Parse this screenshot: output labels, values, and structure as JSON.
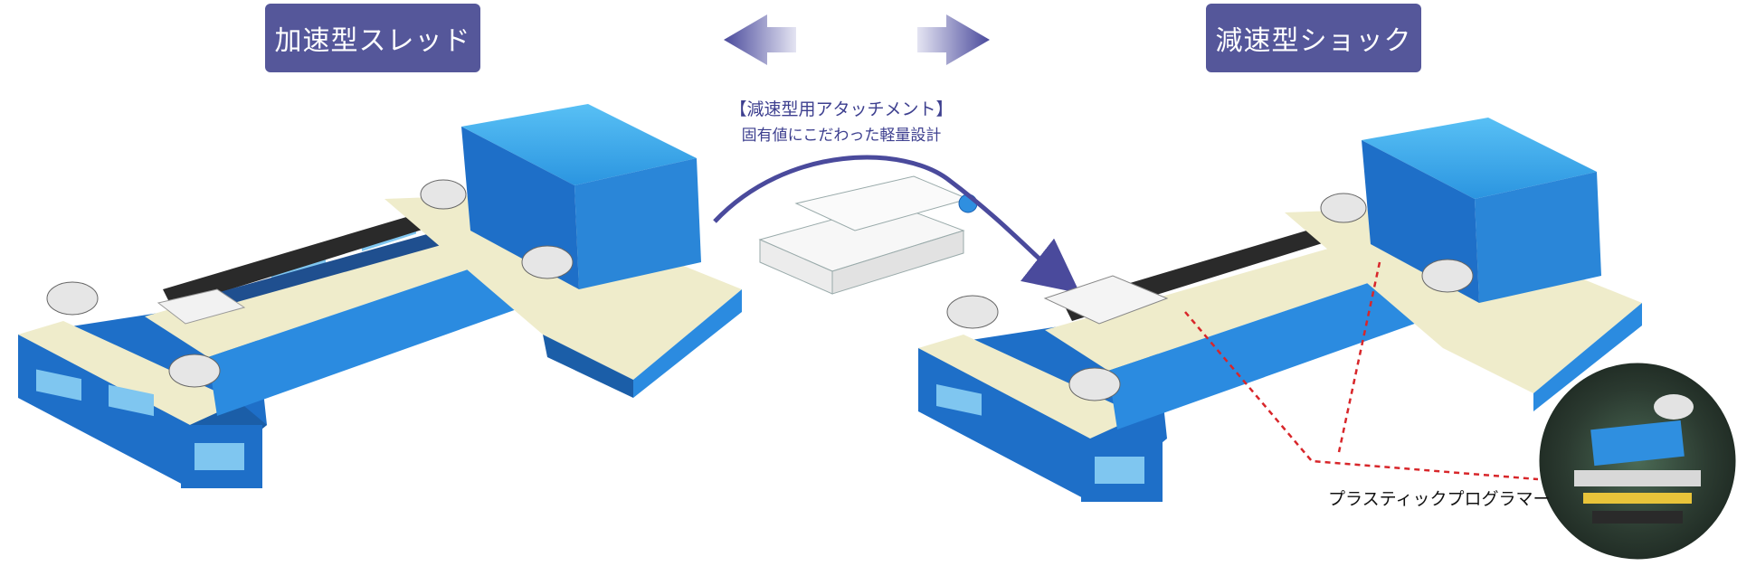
{
  "labels": {
    "acceleration_sled": "加速型スレッド",
    "deceleration_shock": "減速型ショック"
  },
  "attachment": {
    "title": "【減速型用アタッチメント】",
    "subtitle": "固有値にこだわった軽量設計"
  },
  "callout": {
    "plastic_programmer": "プラスティックプログラマー"
  },
  "colors": {
    "label_bg": "#55579a",
    "machine_blue": "#2f8fe0",
    "machine_dark": "#1a5fb0",
    "deck_cream": "#efeccb",
    "arrow_purple": "#4a4a9c",
    "callout_red": "#d8262a"
  },
  "icons": [
    "double-arrow-icon",
    "curved-arrow-icon"
  ]
}
